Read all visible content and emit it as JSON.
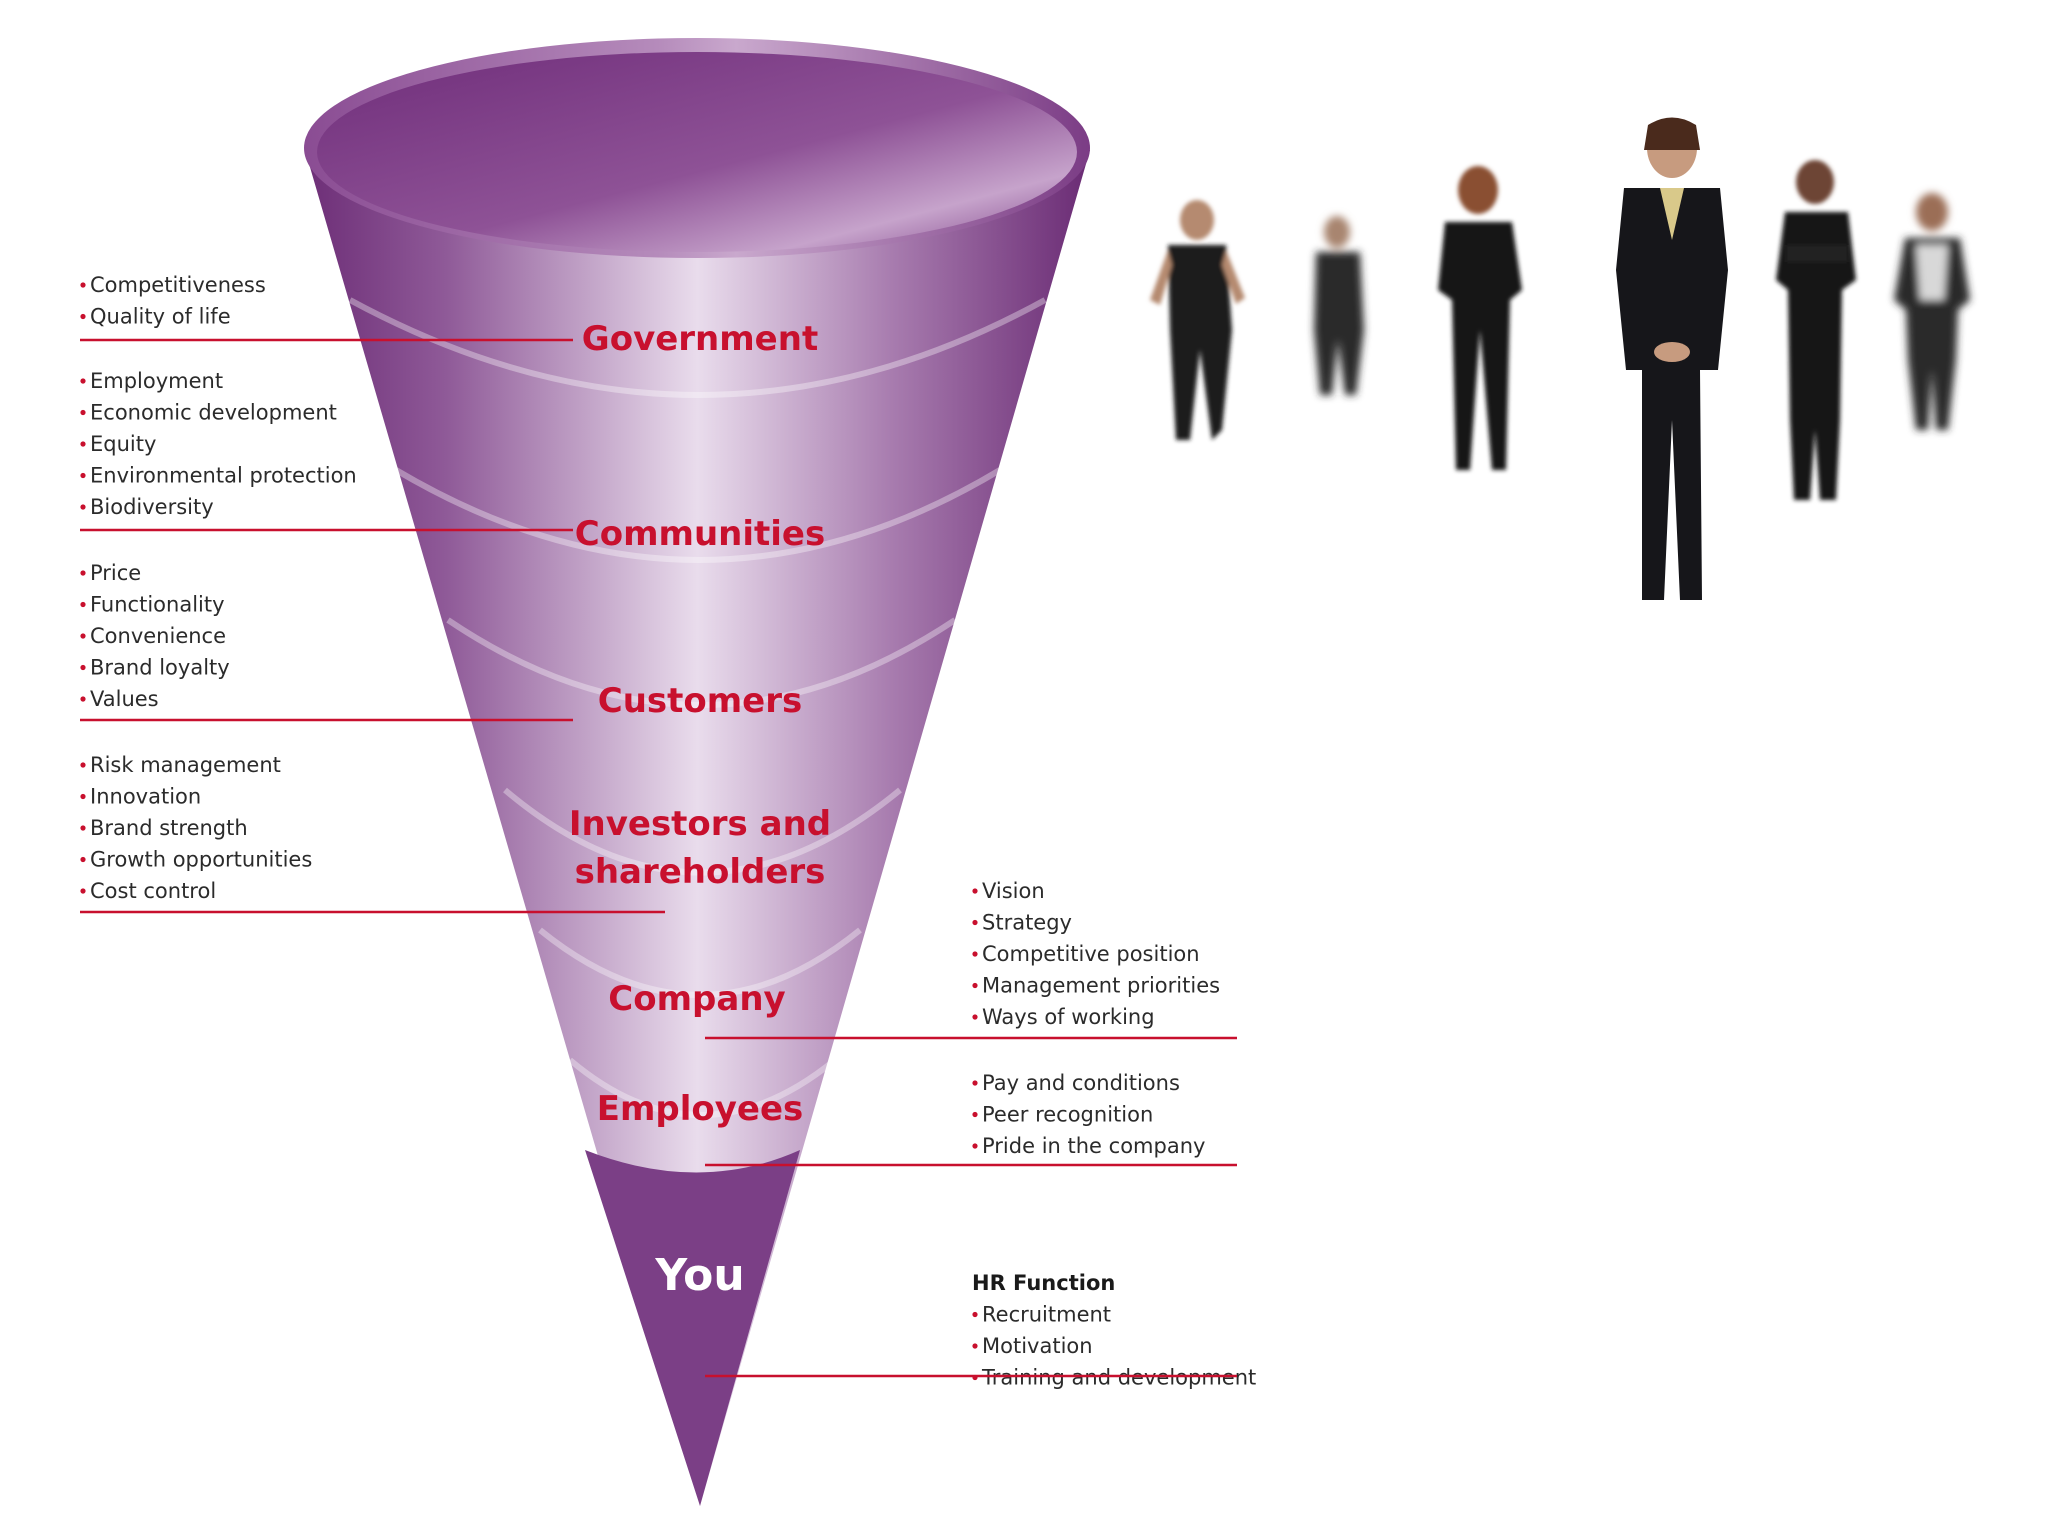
{
  "colors": {
    "funnel_dark": "#7a3a82",
    "funnel_light": "#e6d8ea",
    "label_red": "#c8102e",
    "leader_red": "#c8102e",
    "tip_purple": "#7b3f86"
  },
  "layers": [
    {
      "label": [
        "Government"
      ],
      "side": "left",
      "items": [
        "Competitiveness",
        "Quality of life"
      ]
    },
    {
      "label": [
        "Communities"
      ],
      "side": "left",
      "items": [
        "Employment",
        "Economic development",
        "Equity",
        "Environmental protection",
        "Biodiversity"
      ]
    },
    {
      "label": [
        "Customers"
      ],
      "side": "left",
      "items": [
        "Price",
        "Functionality",
        "Convenience",
        "Brand loyalty",
        "Values"
      ]
    },
    {
      "label": [
        "Investors and",
        "shareholders"
      ],
      "side": "left",
      "items": [
        "Risk management",
        "Innovation",
        "Brand strength",
        "Growth opportunities",
        "Cost control"
      ]
    },
    {
      "label": [
        "Company"
      ],
      "side": "right",
      "items": [
        "Vision",
        "Strategy",
        "Competitive position",
        "Management priorities",
        "Ways of working"
      ]
    },
    {
      "label": [
        "Employees"
      ],
      "side": "right",
      "items": [
        "Pay and conditions",
        "Peer recognition",
        "Pride in the company"
      ]
    },
    {
      "label": [
        "You"
      ],
      "side": "right",
      "heading": "HR Function",
      "items": [
        "Recruitment",
        "Motivation",
        "Training and development"
      ]
    }
  ],
  "people_photo": {
    "icon": "group-of-people-photo",
    "figures": 6
  }
}
